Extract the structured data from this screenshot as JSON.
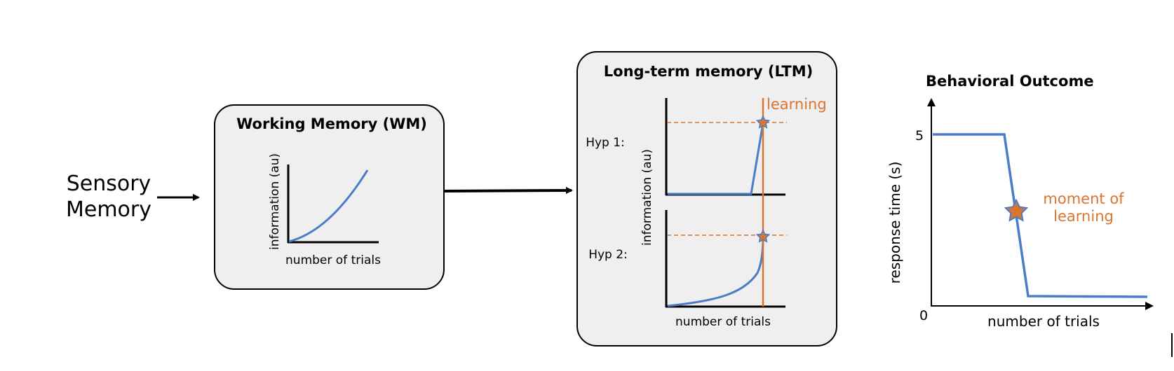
{
  "sensory": {
    "line1": "Sensory",
    "line2": "Memory"
  },
  "wm": {
    "title": "Working Memory (WM)",
    "ylabel": "information (au)",
    "xlabel": "number of trials"
  },
  "ltm": {
    "title": "Long-term memory (LTM)",
    "hyp1": "Hyp 1:",
    "hyp2": "Hyp 2:",
    "ylabel": "information (au)",
    "xlabel": "number of trials",
    "learning_label": "learning"
  },
  "outcome": {
    "title": "Behavioral Outcome",
    "ylabel": "response time (s)",
    "xlabel": "number of trials",
    "annotation_line1": "moment of",
    "annotation_line2": "learning",
    "ytick_top": "5",
    "ytick_bottom": "0"
  },
  "colors": {
    "curve": "#4a7cc7",
    "accent": "#d9752f",
    "box_fill": "#efefef",
    "box_stroke": "#000000"
  }
}
